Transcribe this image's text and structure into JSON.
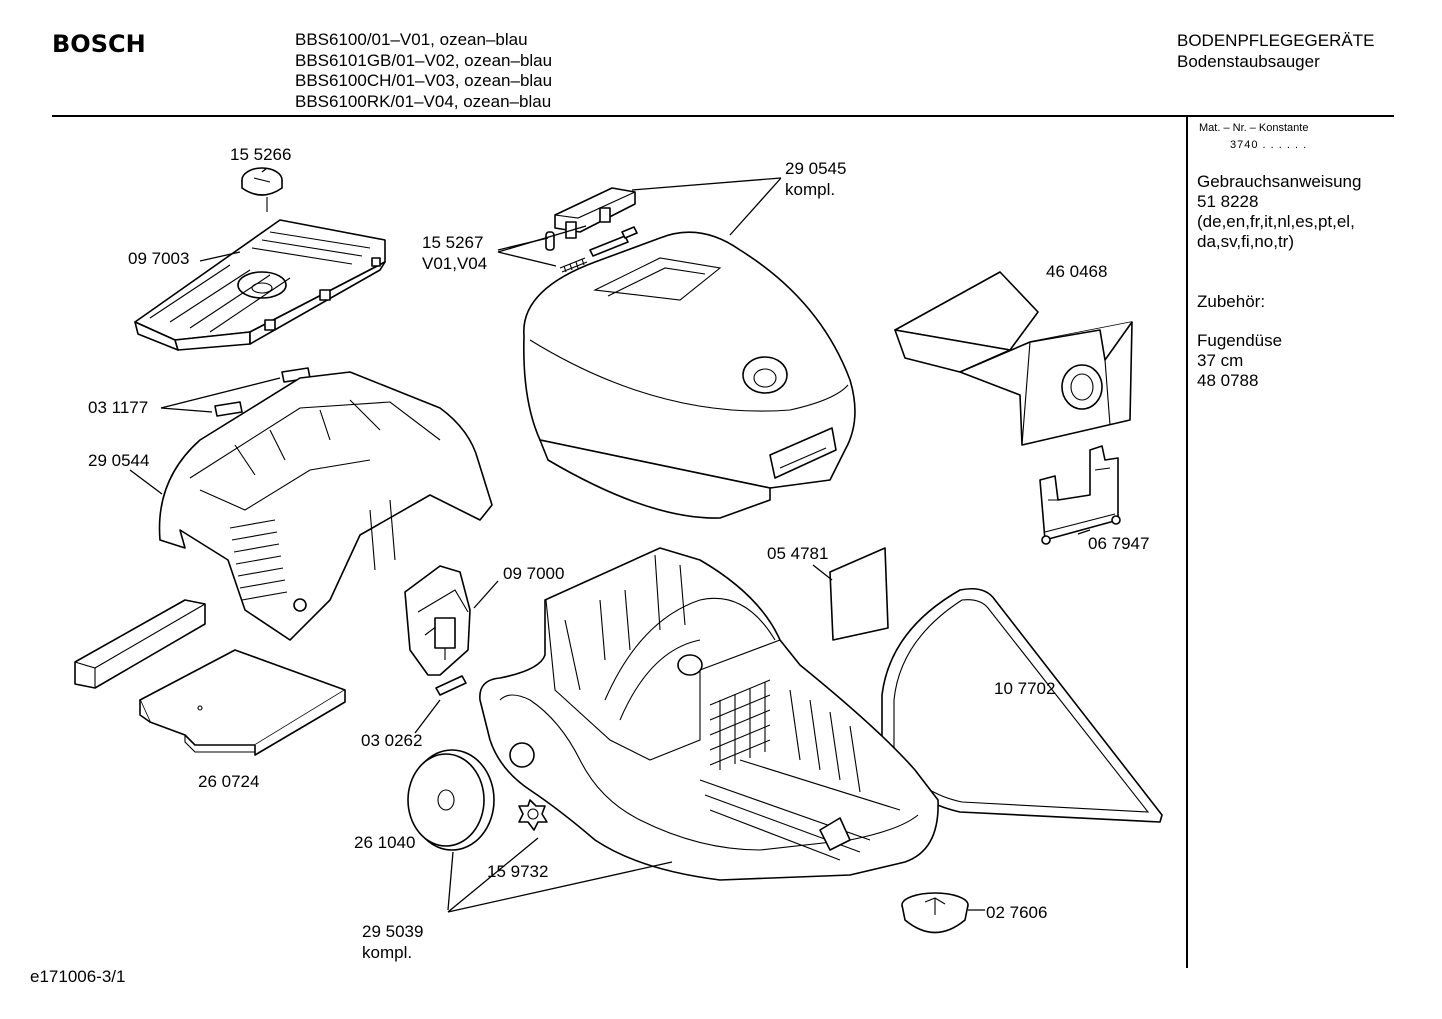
{
  "header": {
    "brand": "BOSCH",
    "models": [
      "BBS6100/01–V01, ozean–blau",
      "BBS6101GB/01–V02, ozean–blau",
      "BBS6100CH/01–V03, ozean–blau",
      "BBS6100RK/01–V04, ozean–blau"
    ],
    "category": "BODENPFLEGEGERÄTE",
    "subcategory": "Bodenstaubsauger"
  },
  "side_panel": {
    "mat_nr_label": "Mat. – Nr. – Konstante",
    "mat_nr_value": "3740  .  .  .  .  .  .",
    "manual_label": "Gebrauchsanweisung",
    "manual_number": "51 8228",
    "manual_languages_1": "(de,en,fr,it,nl,es,pt,el,",
    "manual_languages_2": "da,sv,fi,no,tr)",
    "accessories_label": "Zubehör:",
    "accessory_name": "Fugendüse",
    "accessory_size": "37 cm",
    "accessory_number": "48 0788"
  },
  "parts": {
    "p155266": "15 5266",
    "p097003": "09 7003",
    "p155267": "15 5267",
    "p155267_variant": "V01,V04",
    "p290545": "29 0545",
    "p290545_note": "kompl.",
    "p460468": "46 0468",
    "p031177": "03 1177",
    "p290544": "29 0544",
    "p097000": "09 7000",
    "p054781": "05 4781",
    "p067947": "06 7947",
    "p107702": "10 7702",
    "p030262": "03 0262",
    "p260724": "26 0724",
    "p261040": "26 1040",
    "p159732": "15 9732",
    "p295039": "29 5039",
    "p295039_note": "kompl.",
    "p027606": "02 7606"
  },
  "footer": {
    "drawing_id": "e171006-3/1"
  }
}
